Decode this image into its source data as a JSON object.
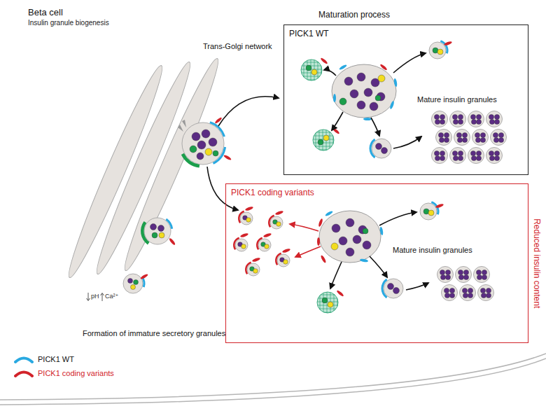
{
  "diagram": {
    "title": "Beta cell",
    "nodes": [
      {
        "text": [
          "PICK1 WT",
          "Mature insulin granules"
        ]
      },
      {
        "text": [
          "PICK1 coding variants",
          "Mature insulin granules"
        ]
      }
    ],
    "labels": [
      "Insulin granule biogenesis",
      "Trans-Golgi network",
      "Maturation process",
      "Reduced insulin content",
      "pH",
      "Ca²⁺",
      "Formation of immature secretory granules"
    ],
    "legend": [
      {
        "text": "PICK1 WT",
        "color": "#29a9e1"
      },
      {
        "text": "PICK1 coding variants",
        "color": "#d2232a"
      }
    ]
  }
}
